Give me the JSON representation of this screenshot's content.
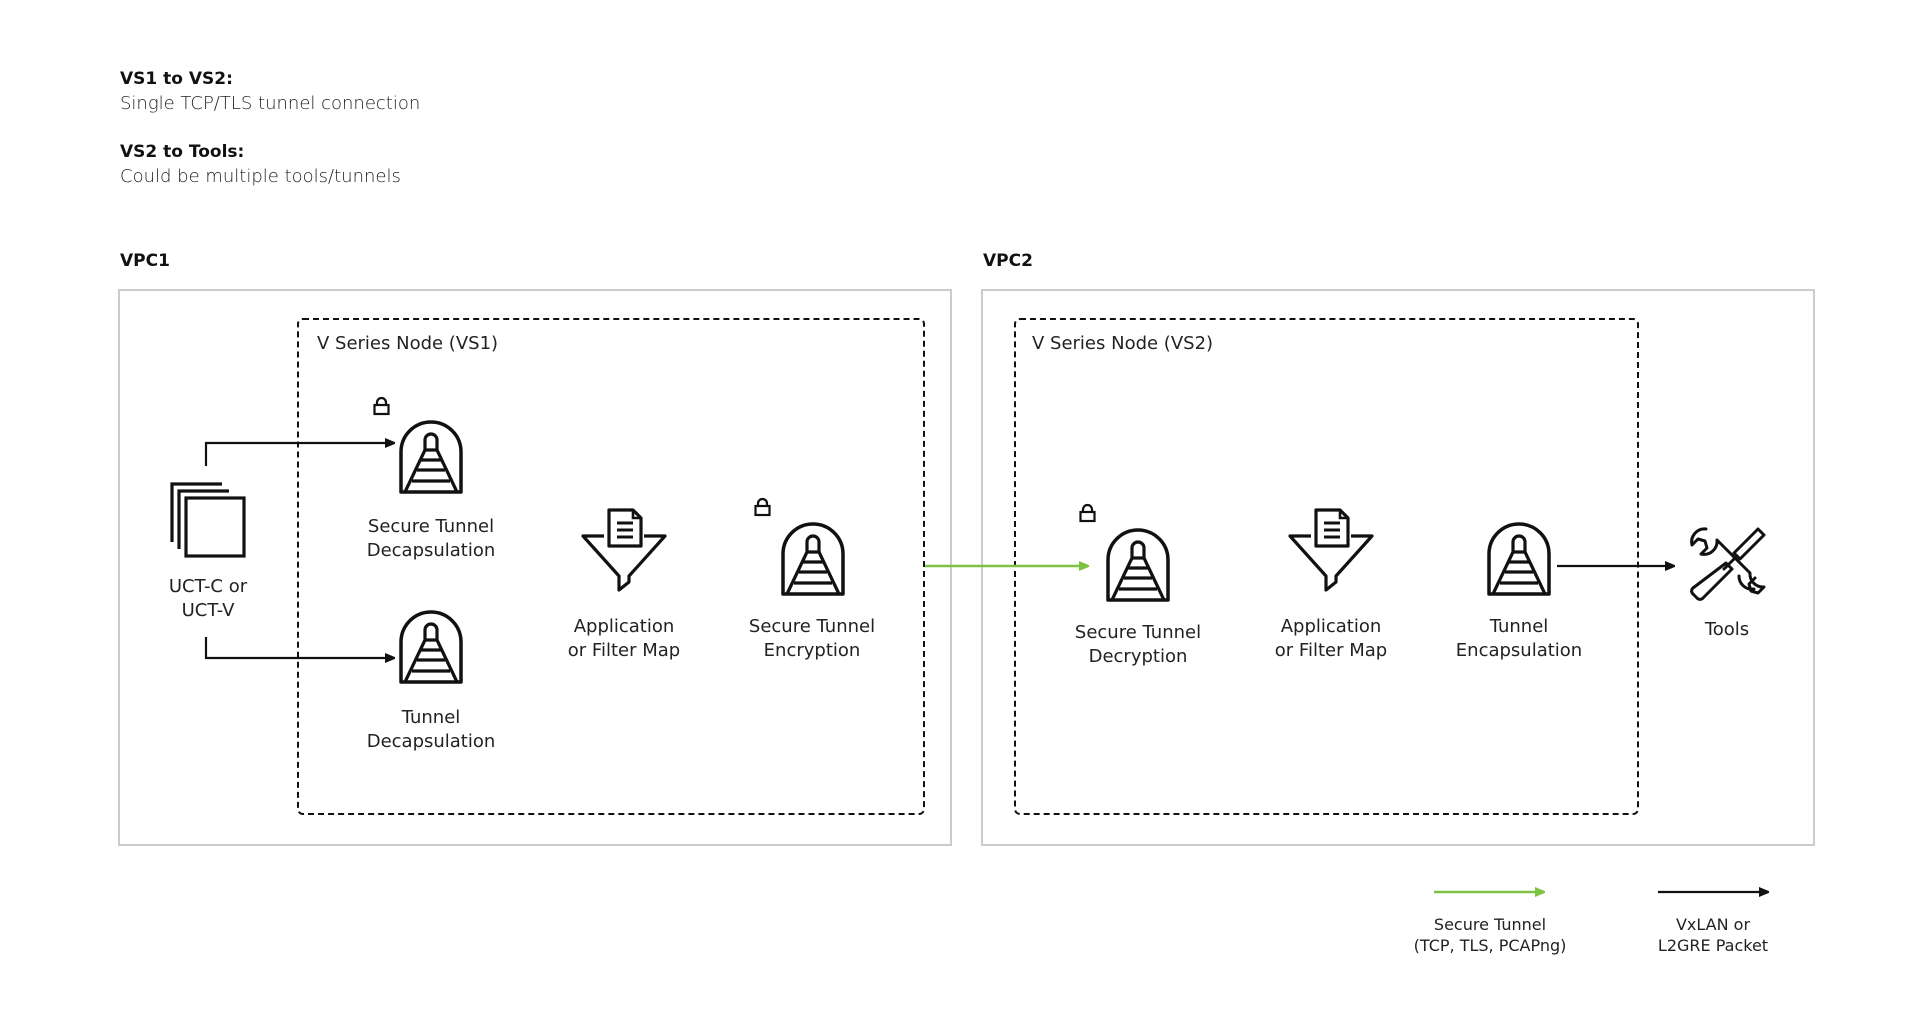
{
  "notes": [
    {
      "title": "VS1 to VS2:",
      "body": "Single TCP/TLS tunnel connection"
    },
    {
      "title": "VS2 to Tools:",
      "body": "Could be multiple tools/tunnels"
    }
  ],
  "vpcs": [
    {
      "label": "VPC1",
      "node_label": "V Series Node (VS1)",
      "source": {
        "icon": "stacked-windows-icon",
        "lines": [
          "UCT-C or",
          "UCT-V"
        ]
      },
      "components": [
        {
          "icon": "tunnel-icon",
          "secure": true,
          "lines": [
            "Secure Tunnel",
            "Decapsulation"
          ]
        },
        {
          "icon": "tunnel-icon",
          "secure": false,
          "lines": [
            "Tunnel",
            "Decapsulation"
          ]
        },
        {
          "icon": "filter-funnel-icon",
          "lines": [
            "Application",
            "or Filter Map"
          ]
        },
        {
          "icon": "tunnel-icon",
          "secure": true,
          "lines": [
            "Secure Tunnel",
            "Encryption"
          ]
        }
      ]
    },
    {
      "label": "VPC2",
      "node_label": "V Series Node (VS2)",
      "components": [
        {
          "icon": "tunnel-icon",
          "secure": true,
          "lines": [
            "Secure Tunnel",
            "Decryption"
          ]
        },
        {
          "icon": "filter-funnel-icon",
          "lines": [
            "Application",
            "or Filter Map"
          ]
        },
        {
          "icon": "tunnel-icon",
          "secure": false,
          "lines": [
            "Tunnel",
            "Encapsulation"
          ]
        }
      ],
      "destination": {
        "icon": "tools-icon",
        "label": "Tools"
      }
    }
  ],
  "legend": [
    {
      "color": "#7dc243",
      "lines": [
        "Secure Tunnel",
        "(TCP, TLS, PCAPng)"
      ]
    },
    {
      "color": "#111111",
      "lines": [
        "VxLAN or",
        "L2GRE Packet"
      ]
    }
  ],
  "colors": {
    "secure_arrow": "#7dc243",
    "packet_arrow": "#111111",
    "vpc_border": "#c9ccd0",
    "icon_stroke": "#111111"
  }
}
